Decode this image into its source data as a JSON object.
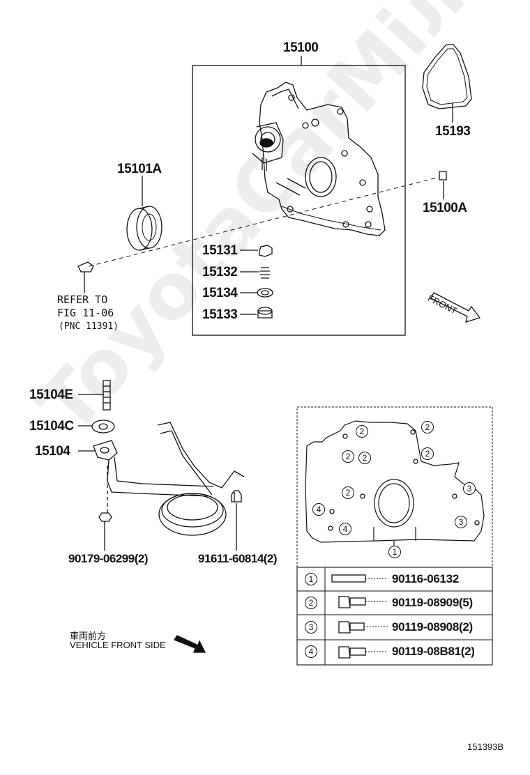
{
  "labels": {
    "p15100": "15100",
    "p15193": "15193",
    "p15101A": "15101A",
    "p15100A": "15100A",
    "p15131": "15131",
    "p15132": "15132",
    "p15134": "15134",
    "p15133": "15133",
    "p15104E": "15104E",
    "p15104C": "15104C",
    "p15104": "15104",
    "p90179": "90179-06299(2)",
    "p91611": "91611-60814(2)"
  },
  "refer": {
    "line1": "REFER TO",
    "line2": "FIG 11-06",
    "line3": "(PNC 11391)"
  },
  "front_label": "FRONT",
  "vehicle_front": {
    "jp": "車両前方",
    "en": "VEHICLE FRONT SIDE"
  },
  "inset_markers": {
    "m1": "1",
    "m2": "2",
    "m3": "3",
    "m4": "4"
  },
  "bolt_table": [
    {
      "num": "1",
      "part": "90116-06132"
    },
    {
      "num": "2",
      "part": "90119-08909(5)"
    },
    {
      "num": "3",
      "part": "90119-08908(2)"
    },
    {
      "num": "4",
      "part": "90119-08B81(2)"
    }
  ],
  "watermark": "ToyotaCarMiлe.ru",
  "figure_id": "151393B"
}
